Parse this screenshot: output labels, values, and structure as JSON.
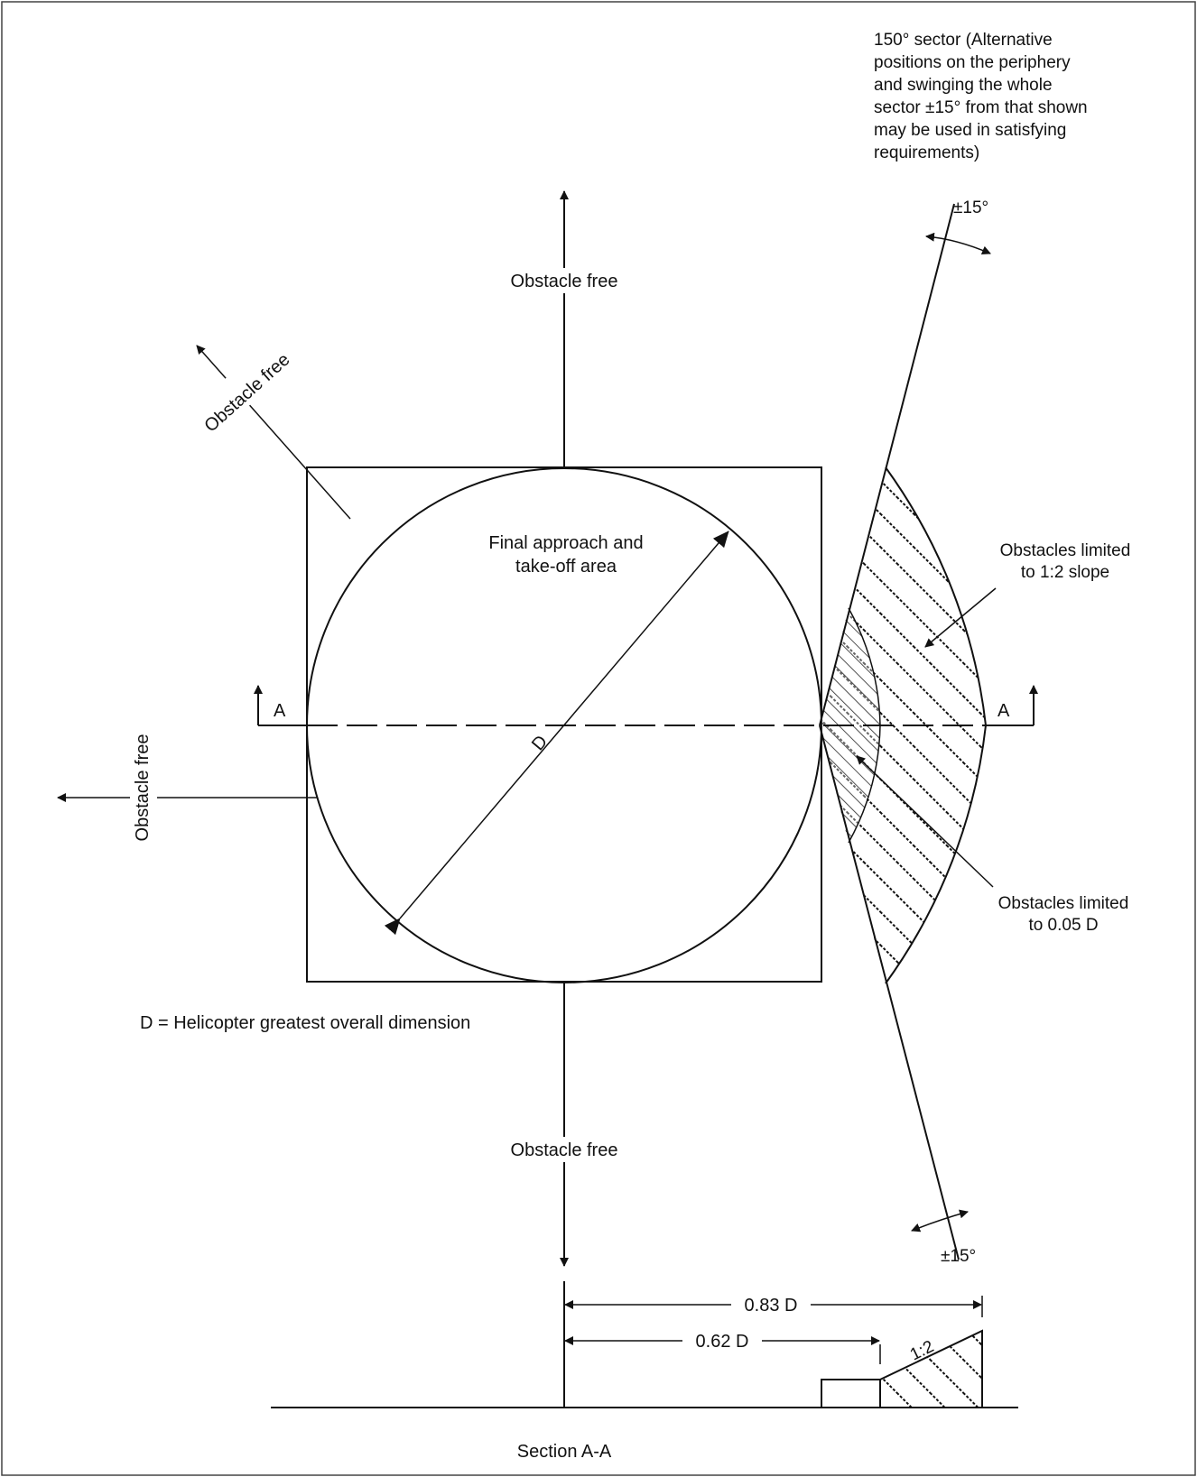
{
  "labels": {
    "obstacle_free_top": "Obstacle free",
    "obstacle_free_diag": "Obstacle free",
    "obstacle_free_left": "Obstacle free",
    "obstacle_free_bottom": "Obstacle free",
    "fato_line1": "Final approach and",
    "fato_line2": "take-off area",
    "diameter": "D",
    "section_a_left": "A",
    "section_a_right": "A",
    "sector_note": [
      "150° sector (Alternative",
      "positions on the periphery",
      "and swinging the whole",
      "sector ±15° from that shown",
      "may be used in satisfying",
      "requirements)"
    ],
    "swing_top": "±15°",
    "swing_bottom": "±15°",
    "slope_note_line1": "Obstacles limited",
    "slope_note_line2": "to 1:2 slope",
    "height_note_line1": "Obstacles limited",
    "height_note_line2": "to 0.05 D",
    "d_definition": "D = Helicopter greatest overall dimension",
    "dim_083": "0.83 D",
    "dim_062": "0.62 D",
    "slope_ratio": "1:2",
    "section_title": "Section A-A"
  }
}
